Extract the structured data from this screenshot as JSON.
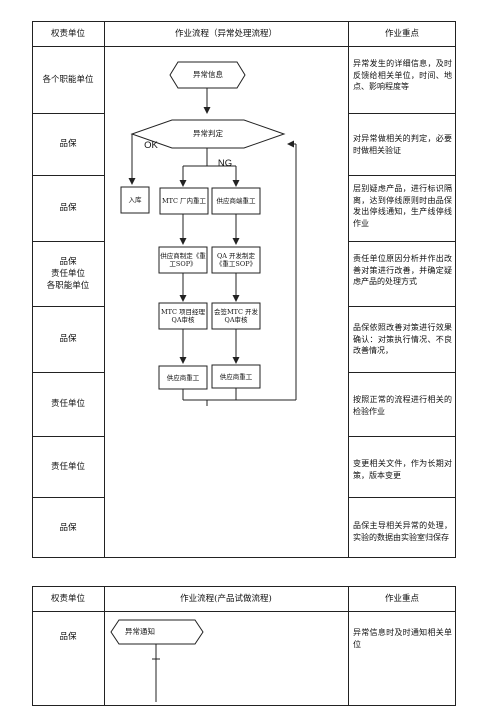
{
  "table1": {
    "headers": {
      "unit": "权责单位",
      "flow": "作业流程（异常处理流程）",
      "points": "作业重点"
    },
    "rows": [
      {
        "unit": "各个职能单位",
        "point": "异常发生的详细信息，及时反馈给相关单位，时间、地点、影响程度等"
      },
      {
        "unit": "品保",
        "point": "对异常做相关的判定，必要时做相关验证"
      },
      {
        "unit": "品保",
        "point": "层别疑虑产品，进行标识隔离，达到停线原则时由品保发出停线通知，生产线停线作业"
      },
      {
        "unit": "品保\n责任单位\n各职能单位",
        "point": "责任单位原因分析并作出改善对策进行改善，并确定疑虑产品的处理方式"
      },
      {
        "unit": "品保",
        "point": "品保依照改善对策进行效果确认：对策执行情况、不良改善情况，"
      },
      {
        "unit": "责任单位",
        "point": "按照正常的流程进行相关的检验作业"
      },
      {
        "unit": "责任单位",
        "point": "变更相关文件，作为长期对策，版本变更"
      },
      {
        "unit": "品保",
        "point": "品保主导相关异常的处理，实验的数据由实验室归保存"
      }
    ],
    "flow": {
      "start": "异常信息",
      "decision": "异常判定",
      "ok": "OK",
      "ng": "NG",
      "store": "入库",
      "mtc_rework": "MTC 厂内重工",
      "supplier_rework": "供应商端重工",
      "supplier_sop": "供应商制定《重工SOP》",
      "qa_sop": "QA 开发制定《重工SOP》",
      "mtc_review": "MTC 项目经理QA审核",
      "joint_review": "会签MTC 开发QA审核",
      "supplier_rework2": "供应商重工",
      "supplier_rework3": "供应商重工"
    }
  },
  "table2": {
    "headers": {
      "unit": "权责单位",
      "flow": "作业流程(产品试做流程)",
      "points": "作业重点"
    },
    "rows": [
      {
        "unit": "品保",
        "point": "异常信息时及时通知相关单位"
      }
    ],
    "flow": {
      "start": "异常通知"
    }
  }
}
